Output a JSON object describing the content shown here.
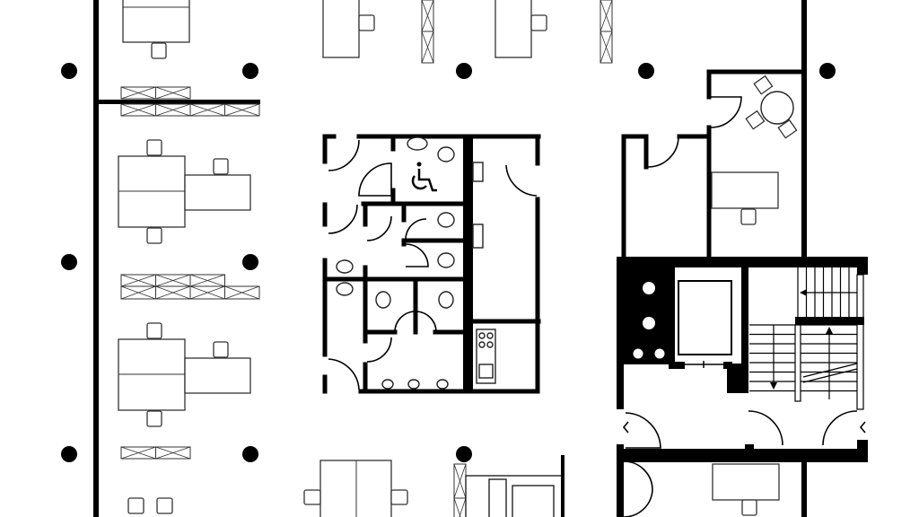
{
  "plan": {
    "type": "office-floor-plan",
    "colors": {
      "wall": "#000000",
      "furniture_stroke": "#333333",
      "background": "#ffffff"
    },
    "symbols": [
      "column",
      "desk",
      "chair",
      "storage-cabinet",
      "door",
      "toilet",
      "sink",
      "urinal",
      "wheelchair-accessible",
      "elevator",
      "stairs",
      "kitchenette",
      "round-table"
    ]
  }
}
